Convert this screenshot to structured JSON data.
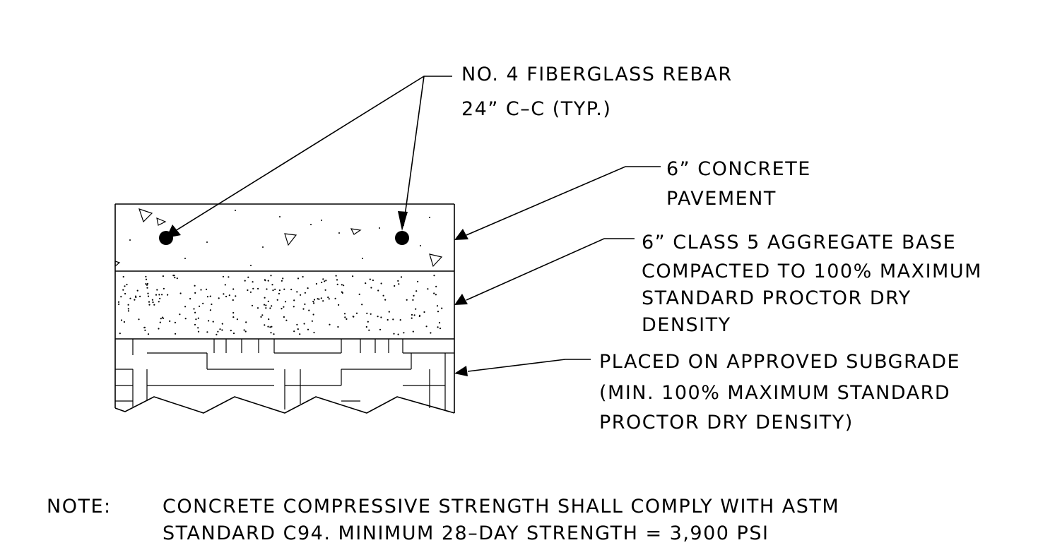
{
  "callouts": {
    "rebar": {
      "line1": "NO. 4 FIBERGLASS REBAR",
      "line2": "24” C–C (TYP.)"
    },
    "concrete": {
      "line1": "6” CONCRETE",
      "line2": "PAVEMENT"
    },
    "aggregate": {
      "line1": "6” CLASS 5 AGGREGATE BASE",
      "line2": "COMPACTED TO 100% MAXIMUM",
      "line3": "STANDARD PROCTOR DRY",
      "line4": "DENSITY"
    },
    "subgrade": {
      "line1": "PLACED ON APPROVED SUBGRADE",
      "line2": "(MIN. 100% MAXIMUM STANDARD",
      "line3": "PROCTOR DRY DENSITY)"
    }
  },
  "note": {
    "label": "NOTE:",
    "line1": "CONCRETE COMPRESSIVE STRENGTH SHALL COMPLY WITH ASTM",
    "line2": "STANDARD C94.  MINIMUM 28–DAY STRENGTH = 3,900 PSI"
  }
}
